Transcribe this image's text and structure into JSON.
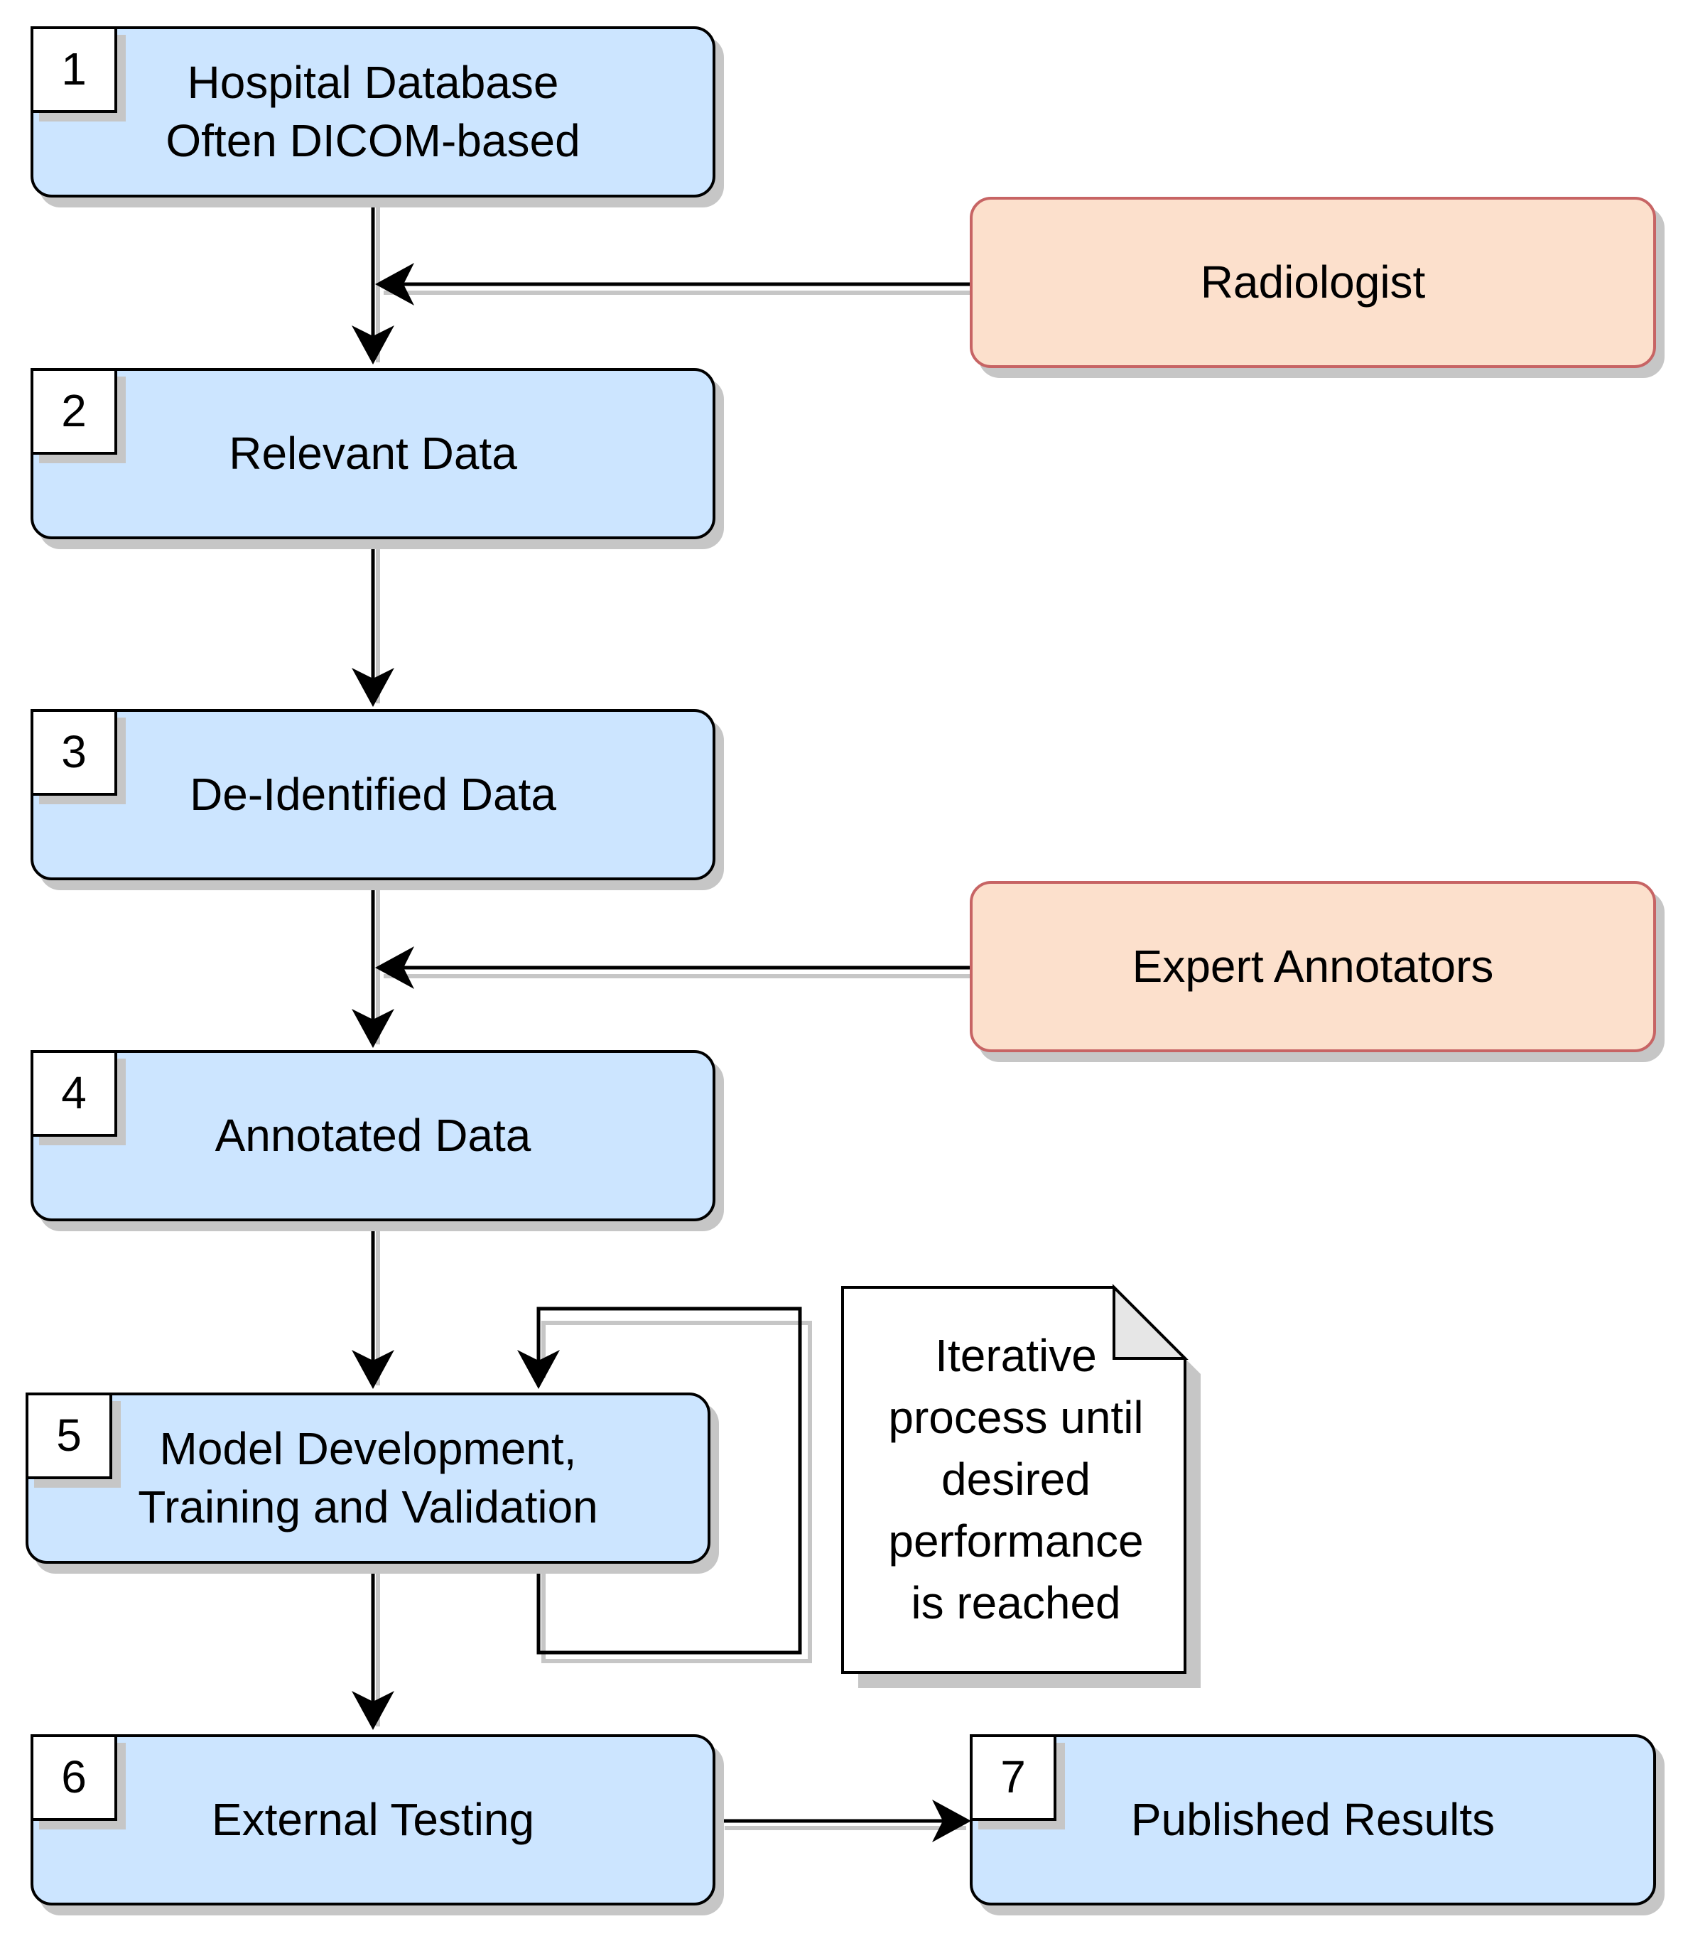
{
  "nodes": {
    "n1": {
      "number": "1",
      "text": "Hospital Database\nOften DICOM-based"
    },
    "n2": {
      "number": "2",
      "text": "Relevant Data"
    },
    "n3": {
      "number": "3",
      "text": "De-Identified Data"
    },
    "n4": {
      "number": "4",
      "text": "Annotated Data"
    },
    "n5": {
      "number": "5",
      "text": "Model Development,\nTraining and Validation"
    },
    "n6": {
      "number": "6",
      "text": "External Testing"
    },
    "n7": {
      "number": "7",
      "text": "Published Results"
    }
  },
  "actors": {
    "radiologist": "Radiologist",
    "annotators": "Expert Annotators"
  },
  "note": "Iterative\nprocess until\ndesired\nperformance\nis reached",
  "colors": {
    "process_fill": "#cce5ff",
    "actor_fill": "#fce0cc",
    "actor_border": "#c76464",
    "shadow": "#c6c6c6"
  }
}
